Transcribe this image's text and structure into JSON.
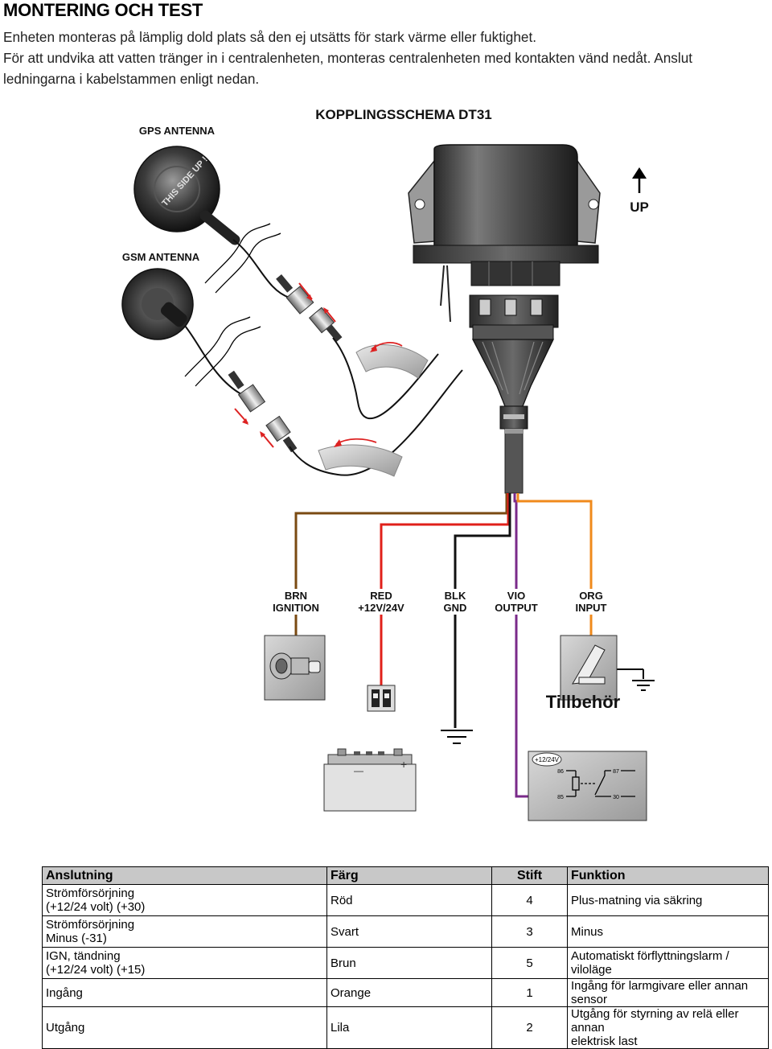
{
  "heading": "MONTERING OCH TEST",
  "intro": [
    "Enheten monteras på lämplig dold plats så den ej utsätts för stark värme eller fuktighet.",
    "För att undvika att vatten tränger in i centralenheten, monteras centralenheten med kontakten vänd nedåt. Anslut",
    "ledningarna i kabelstammen enligt nedan."
  ],
  "diagram": {
    "title": "KOPPLINGSSCHEMA DT31",
    "gps_label": "GPS ANTENNA",
    "gsm_label": "GSM ANTENNA",
    "gps_marking": "THIS SIDE UP !",
    "up_label": "UP",
    "wires": [
      {
        "code": "BRN",
        "name": "IGNITION",
        "color": "#7a4a12"
      },
      {
        "code": "RED",
        "name": "+12V/24V",
        "color": "#e0201a"
      },
      {
        "code": "BLK",
        "name": "GND",
        "color": "#111111"
      },
      {
        "code": "VIO",
        "name": "OUTPUT",
        "color": "#7a2a8a"
      },
      {
        "code": "ORG",
        "name": "INPUT",
        "color": "#f08a1c"
      }
    ],
    "accessory_label": "Tillbehör",
    "relay": {
      "supply": "+12/24V",
      "pins": [
        "86",
        "85",
        "87",
        "30"
      ]
    },
    "battery_terminals": [
      "—",
      "+"
    ]
  },
  "table": {
    "headers": [
      "Anslutning",
      "Färg",
      "Stift",
      "Funktion"
    ],
    "rows": [
      {
        "conn": [
          "Strömförsörjning",
          "(+12/24 volt) (+30)"
        ],
        "color": "Röd",
        "pin": "4",
        "func": [
          "Plus-matning via säkring"
        ]
      },
      {
        "conn": [
          "Strömförsörjning",
          "Minus (-31)"
        ],
        "color": "Svart",
        "pin": "3",
        "func": [
          "Minus"
        ]
      },
      {
        "conn": [
          "IGN, tändning",
          "(+12/24 volt) (+15)"
        ],
        "color": "Brun",
        "pin": "5",
        "func": [
          "Automatiskt förflyttningslarm / viloläge"
        ]
      },
      {
        "conn": [
          "Ingång"
        ],
        "color": "Orange",
        "pin": "1",
        "func": [
          "Ingång för larmgivare eller annan sensor"
        ]
      },
      {
        "conn": [
          "Utgång"
        ],
        "color": "Lila",
        "pin": "2",
        "func": [
          "Utgång för styrning av relä eller annan",
          "elektrisk last"
        ]
      }
    ]
  }
}
